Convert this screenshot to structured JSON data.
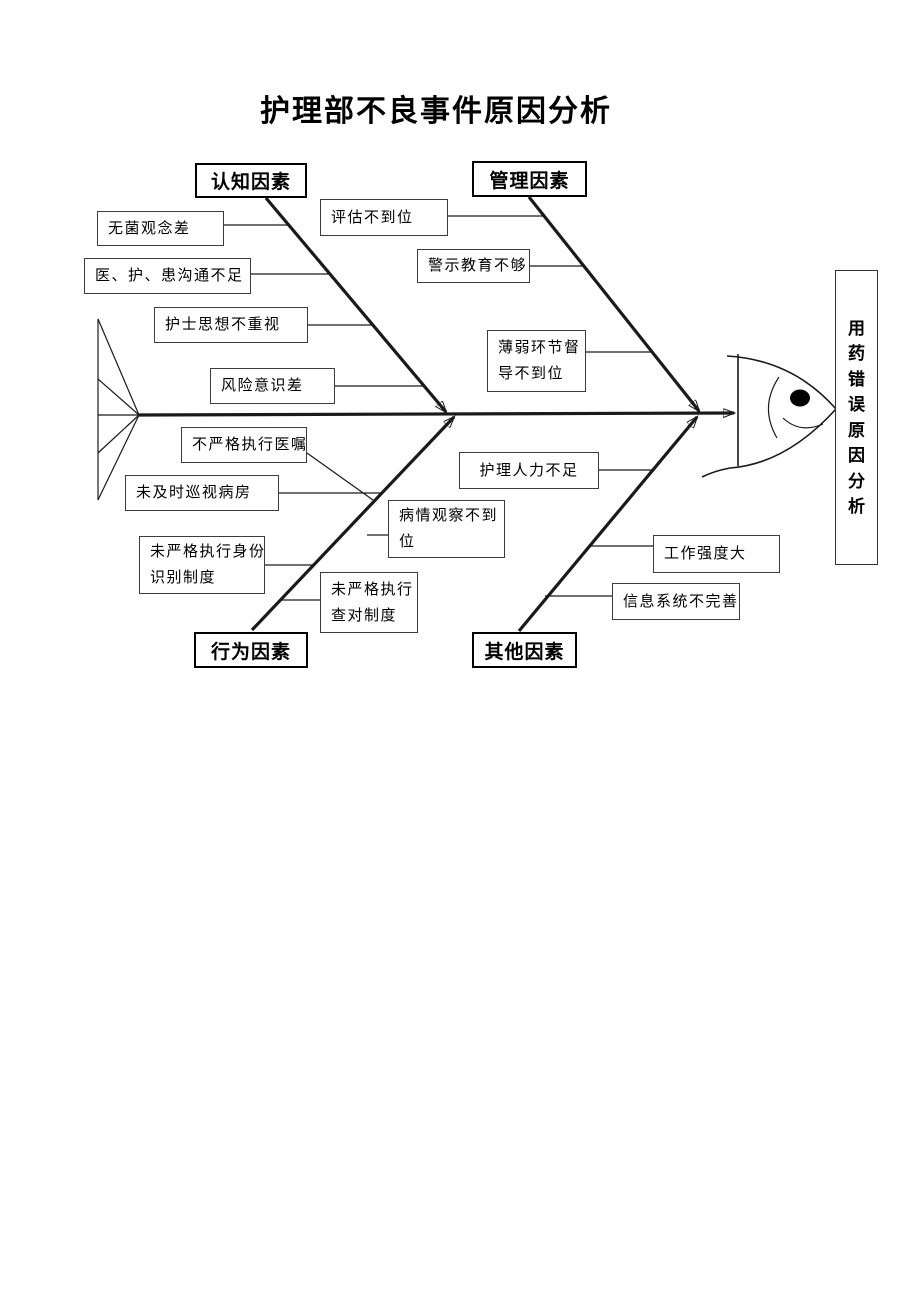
{
  "title": "护理部不良事件原因分析",
  "effect_label": "用药错误原因分析",
  "categories": {
    "cognitive": "认知因素",
    "management": "管理因素",
    "behavior": "行为因素",
    "other": "其他因素"
  },
  "causes": {
    "cognitive": [
      {
        "text": "无菌观念差"
      },
      {
        "text": "医、护、患沟通不足"
      },
      {
        "text": "护士思想不重视"
      },
      {
        "text": "风险意识差"
      }
    ],
    "management": [
      {
        "text": "评估不到位"
      },
      {
        "text": "警示教育不够"
      },
      {
        "text": "薄弱环节督导不到位",
        "line1": "薄弱环节督",
        "line2": "导不到位"
      }
    ],
    "behavior": [
      {
        "text": "不严格执行医嘱"
      },
      {
        "text": "未及时巡视病房"
      },
      {
        "text": "未严格执行身份识别制度",
        "line1": "未严格执行身份",
        "line2": "识别制度"
      },
      {
        "text": "未严格执行查对制度",
        "line1": "未严格执行",
        "line2": "查对制度"
      }
    ],
    "other": [
      {
        "text": "护理人力不足"
      },
      {
        "text": "病情观察不到位",
        "line1": "病情观察不到",
        "line2": "位"
      },
      {
        "text": "工作强度大"
      },
      {
        "text": "信息系统不完善"
      }
    ]
  }
}
